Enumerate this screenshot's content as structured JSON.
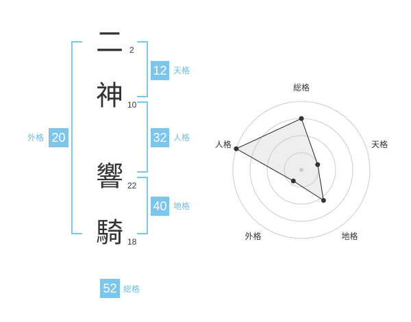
{
  "name": {
    "chars": [
      {
        "char": "二",
        "strokes": "2"
      },
      {
        "char": "神",
        "strokes": "10"
      },
      {
        "char": "響",
        "strokes": "22"
      },
      {
        "char": "騎",
        "strokes": "18"
      }
    ]
  },
  "fortunes": {
    "tenkaku": {
      "value": "12",
      "label": "天格"
    },
    "jinkaku": {
      "value": "32",
      "label": "人格"
    },
    "chikaku": {
      "value": "40",
      "label": "地格"
    },
    "gaikaku": {
      "value": "20",
      "label": "外格"
    },
    "soukaku": {
      "value": "52",
      "label": "総格"
    }
  },
  "colors": {
    "accent": "#7cc6ee",
    "accent_text": "#6bbde6"
  },
  "chart_data": {
    "type": "radar",
    "axes": [
      "総格",
      "天格",
      "地格",
      "外格",
      "人格"
    ],
    "values": [
      0.75,
      0.25,
      0.55,
      0.2,
      1.0
    ],
    "ylim": [
      0,
      1
    ],
    "rings": 4
  }
}
